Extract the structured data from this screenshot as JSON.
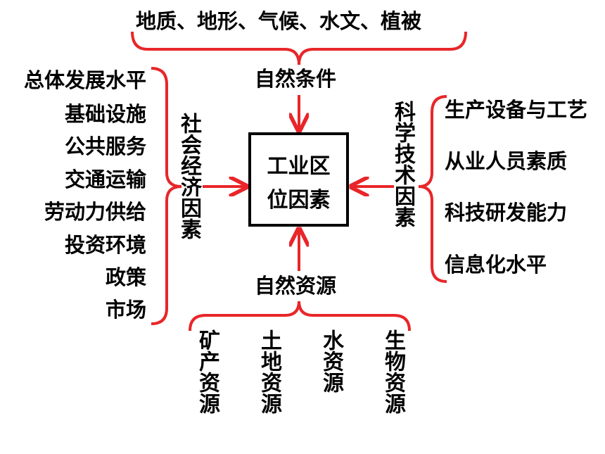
{
  "top_factors": "地质、地形、气候、水文、植被",
  "natural_conditions": "自然条件",
  "center_title": [
    "工业区",
    "位因素"
  ],
  "socio_economic_label": "社会经济因素",
  "socio_economic_items": [
    "总体发展水平",
    "基础设施",
    "公共服务",
    "交通运输",
    "劳动力供给",
    "投资环境",
    "政策",
    "市场"
  ],
  "tech_label": "科学技术因素",
  "tech_items": [
    "生产设备与工艺",
    "从业人员素质",
    "科技研发能力",
    "信息化水平"
  ],
  "natural_resources": "自然资源",
  "resource_items": [
    "矿产资源",
    "土地资源",
    "水资源",
    "生物资源"
  ],
  "colors": {
    "bracket": "#e8262a",
    "arrow": "#e8262a",
    "text": "#000000"
  }
}
